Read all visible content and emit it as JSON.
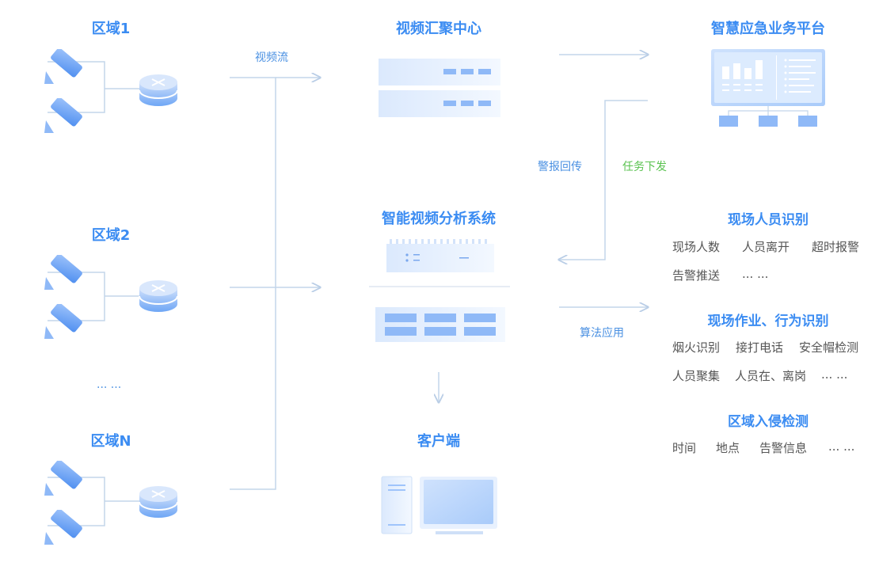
{
  "regions": [
    {
      "label": "区域1"
    },
    {
      "label": "区域2"
    },
    {
      "label": "区域N"
    }
  ],
  "regions_ellipsis": "... ...",
  "video_stream_label": "视频流",
  "aggregation_center": {
    "title": "视频汇聚中心"
  },
  "analysis_system": {
    "title": "智能视频分析系统"
  },
  "client": {
    "title": "客户端"
  },
  "platform": {
    "title": "智慧应急业务平台"
  },
  "alarm_return_label": "警报回传",
  "task_dispatch_label": "任务下发",
  "algorithm_label": "算法应用",
  "recognition_groups": [
    {
      "title": "现场人员识别",
      "rows": [
        [
          "现场人数",
          "人员离开",
          "超时报警"
        ],
        [
          "告警推送",
          "... ..."
        ]
      ]
    },
    {
      "title": "现场作业、行为识别",
      "rows": [
        [
          "烟火识别",
          "接打电话",
          "安全帽检测"
        ],
        [
          "人员聚集",
          "人员在、离岗",
          "... ..."
        ]
      ]
    },
    {
      "title": "区域入侵检测",
      "rows": [
        [
          "时间",
          "地点",
          "告警信息",
          "... ..."
        ]
      ]
    }
  ],
  "colors": {
    "accent_blue": "#3b8cf2",
    "green": "#59c24f",
    "line": "#b9cde6",
    "device_light": "#e3eefc"
  }
}
